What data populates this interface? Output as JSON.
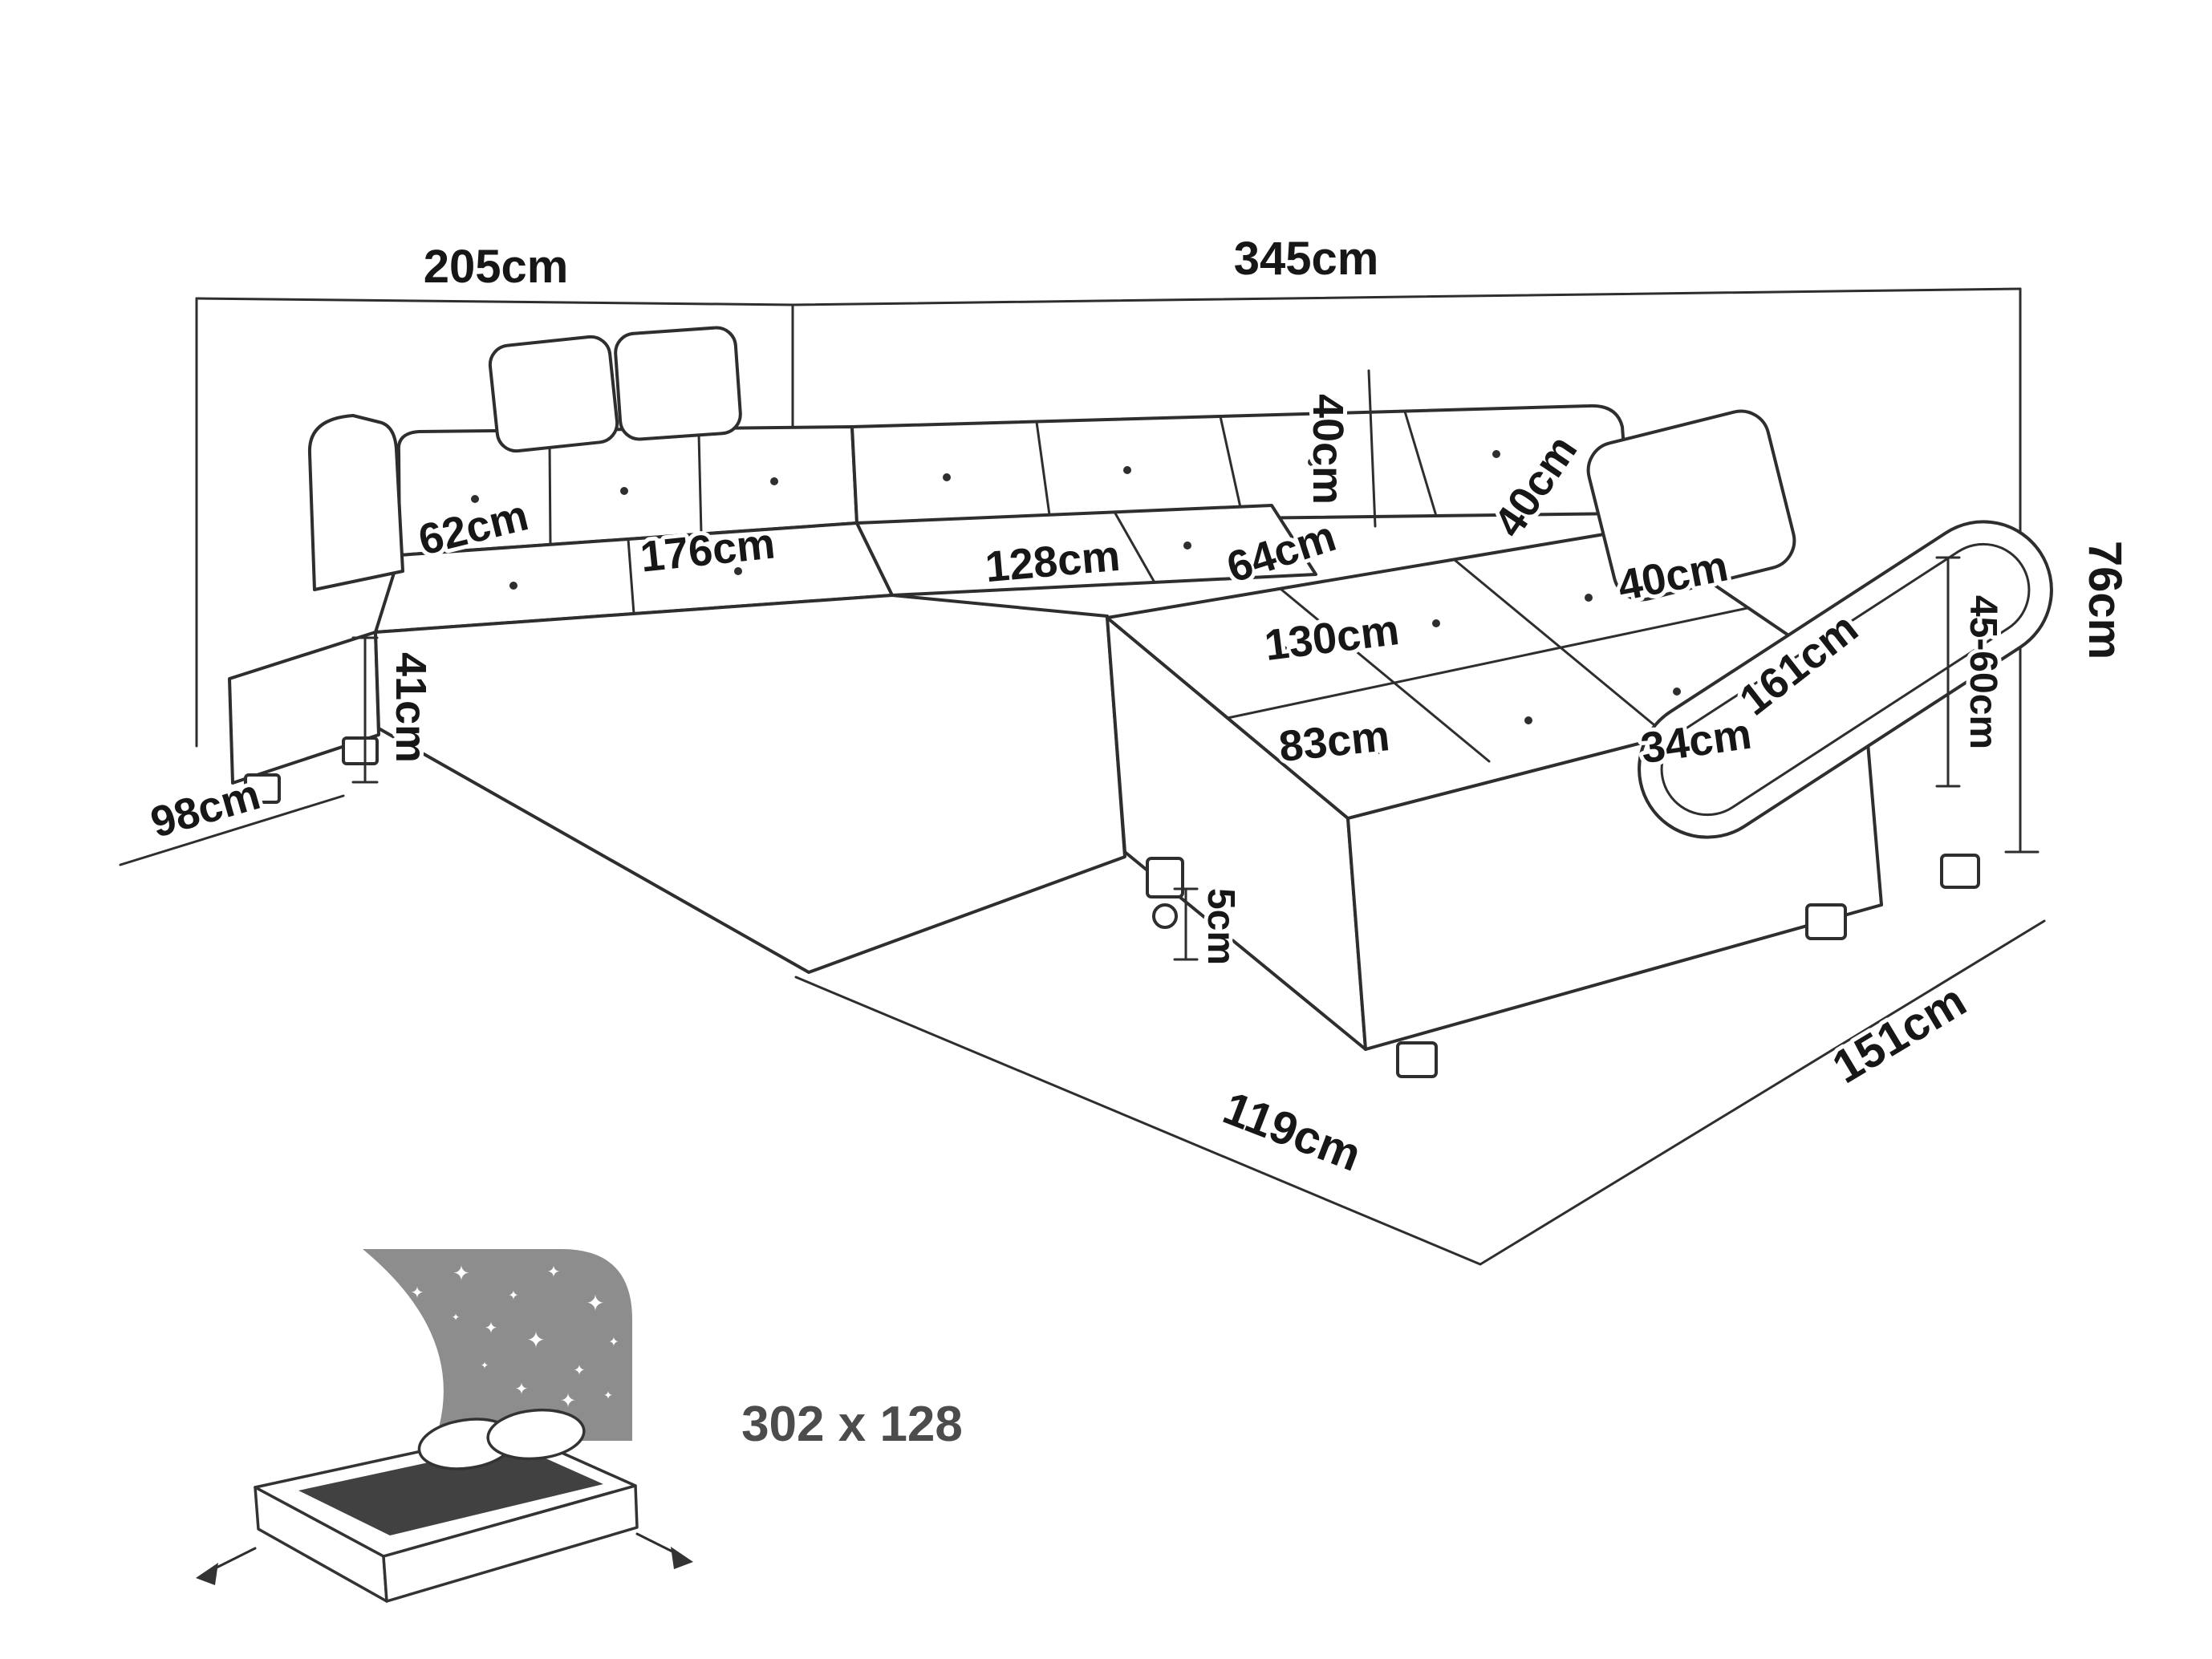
{
  "diagram": {
    "unit": "cm",
    "dimensions": {
      "back_width_left": "205cm",
      "back_width_right": "345cm",
      "overall_height": "76cm",
      "back_cushion_width": "62cm",
      "left_seat_length": "176cm",
      "middle_seat_length": "128cm",
      "corner_seat_length": "64cm",
      "backrest_depth": "40cm",
      "backrest_height": "40cm",
      "pillow_size": "40cm",
      "chaise_width": "130cm",
      "seat_height": "41cm",
      "left_section_depth": "98cm",
      "chaise_seat_width": "83cm",
      "armrest_width": "34cm",
      "chaise_length": "161cm",
      "armrest_height": "45-60cm",
      "leg_height": "5cm",
      "chaise_front_width": "119cm",
      "right_section_depth": "151cm"
    },
    "sleeping_area": {
      "size_label": "302 x 128",
      "star_glyph": "✦"
    }
  }
}
